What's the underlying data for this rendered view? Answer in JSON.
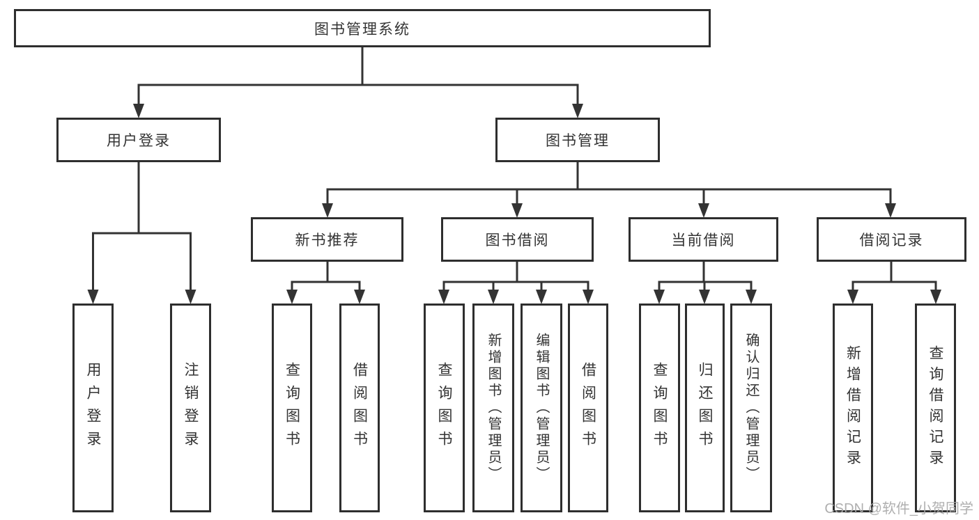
{
  "title": {
    "label": "图书管理系统"
  },
  "level2": {
    "user_login": {
      "label": "用户登录"
    },
    "book_management": {
      "label": "图书管理"
    }
  },
  "level3": {
    "new_book_recommend": {
      "label": "新书推荐"
    },
    "book_borrowing": {
      "label": "图书借阅"
    },
    "current_borrowing": {
      "label": "当前借阅"
    },
    "borrowing_records": {
      "label": "借阅记录"
    }
  },
  "leaves": {
    "user_login": {
      "label": "用户登录"
    },
    "logout": {
      "label": "注销登录"
    },
    "nb_query_books": {
      "label": "查询图书"
    },
    "nb_borrow_books": {
      "label": "借阅图书"
    },
    "bb_query_books": {
      "label": "查询图书"
    },
    "bb_add_books_admin": {
      "label": "新增图书（管理员）"
    },
    "bb_edit_books_admin": {
      "label": "编辑图书（管理员）"
    },
    "bb_borrow_books": {
      "label": "借阅图书"
    },
    "cb_query_books": {
      "label": "查询图书"
    },
    "cb_return_books": {
      "label": "归还图书"
    },
    "cb_confirm_return_admin": {
      "label": "确认归还（管理员）"
    },
    "br_add_record": {
      "label": "新增借阅记录"
    },
    "br_query_record": {
      "label": "查询借阅记录"
    }
  },
  "watermark": {
    "text": "CSDN @软件_小贺同学"
  },
  "colors": {
    "line": "#333333",
    "border": "#2e2e2e",
    "text": "#333333",
    "background": "#ffffff",
    "watermark": "#a8a8a8"
  }
}
